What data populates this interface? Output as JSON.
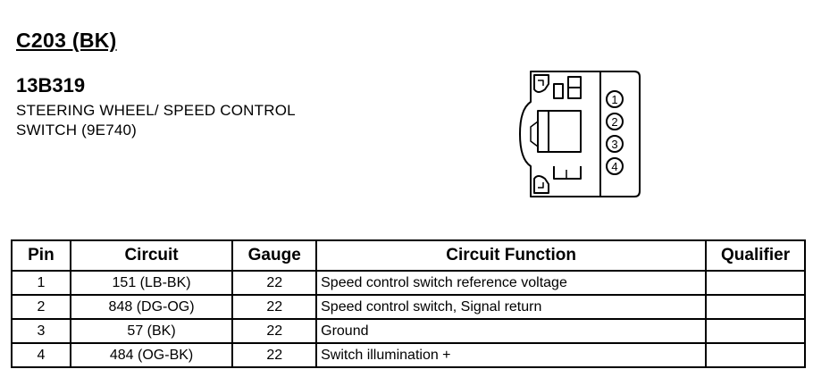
{
  "connector": {
    "title": "C203 (BK)",
    "part_number": "13B319",
    "description_lines": [
      "STEERING WHEEL/ SPEED CONTROL",
      "SWITCH (9E740)"
    ],
    "pin_labels": [
      "1",
      "2",
      "3",
      "4"
    ]
  },
  "table": {
    "headers": {
      "pin": "Pin",
      "circuit": "Circuit",
      "gauge": "Gauge",
      "function": "Circuit Function",
      "qualifier": "Qualifier"
    },
    "rows": [
      {
        "pin": "1",
        "circuit": "151 (LB-BK)",
        "gauge": "22",
        "function": "Speed control switch reference voltage",
        "qualifier": ""
      },
      {
        "pin": "2",
        "circuit": "848 (DG-OG)",
        "gauge": "22",
        "function": "Speed control switch, Signal return",
        "qualifier": ""
      },
      {
        "pin": "3",
        "circuit": "57 (BK)",
        "gauge": "22",
        "function": "Ground",
        "qualifier": ""
      },
      {
        "pin": "4",
        "circuit": "484 (OG-BK)",
        "gauge": "22",
        "function": "Switch illumination +",
        "qualifier": ""
      }
    ]
  }
}
